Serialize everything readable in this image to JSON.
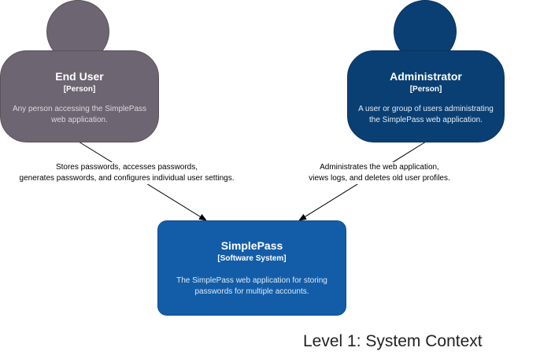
{
  "colors": {
    "end_user": "#6d6571",
    "end_user_border": "#5a535e",
    "administrator": "#0a3f73",
    "administrator_border": "#083260",
    "system": "#135da8",
    "system_border": "#0f4d8c",
    "person_desc_text": "#dcd8de",
    "admin_desc_text": "#e2ecf7",
    "system_desc_text": "#dde9f6",
    "edge": "#000000"
  },
  "nodes": {
    "end_user": {
      "title": "End User",
      "type": "[Person]",
      "description_lines": [
        "Any person accessing the SimplePass",
        "web application."
      ]
    },
    "administrator": {
      "title": "Administrator",
      "type": "[Person]",
      "description_lines": [
        "A user or group of users administrating",
        "the SimplePass web application."
      ]
    },
    "simplepass": {
      "title": "SimplePass",
      "type": "[Software System]",
      "description_lines": [
        "The SimplePass web application for storing",
        "passwords for multiple accounts."
      ]
    }
  },
  "edges": {
    "end_user_to_system": {
      "label_lines": [
        "Stores passwords, accesses passwords,",
        "generates passwords, and configures individual user settings."
      ]
    },
    "admin_to_system": {
      "label_lines": [
        "Administrates the web application,",
        "views logs, and deletes old user profiles."
      ]
    }
  },
  "caption": "Level 1: System Context"
}
